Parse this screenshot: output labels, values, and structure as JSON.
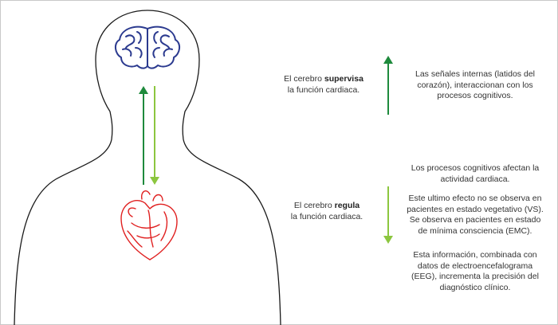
{
  "colors": {
    "arrow_up": "#1e8a3c",
    "arrow_down": "#8cc63f",
    "brain": "#2b3a8f",
    "heart": "#e02020",
    "outline": "#1a1a1a"
  },
  "icons": {
    "brain": "brain-icon",
    "heart": "heart-icon"
  },
  "left_labels": {
    "supervisa": {
      "prefix": "El cerebro ",
      "strong": "supervisa",
      "line2": "la función cardiaca."
    },
    "regula": {
      "prefix": "El cerebro ",
      "strong": "regula",
      "line2": "la función cardiaca."
    }
  },
  "right_texts": {
    "signals": [
      "Las señales internas (latidos del",
      "corazón), interaccionan con los",
      "procesos cognitivos."
    ],
    "cognitive": [
      "Los procesos cognitivos afectan la",
      "actividad cardiaca."
    ],
    "vs_effect": [
      "Este ultimo efecto no se observa en",
      "pacientes en estado vegetativo (VS).",
      "Se observa en pacientes en estado",
      "de mínima consciencia (EMC)."
    ],
    "eeg": [
      "Esta información, combinada con",
      "datos de electroencefalograma",
      "(EEG), incrementa la precisión del",
      "diagnóstico clínico."
    ]
  }
}
